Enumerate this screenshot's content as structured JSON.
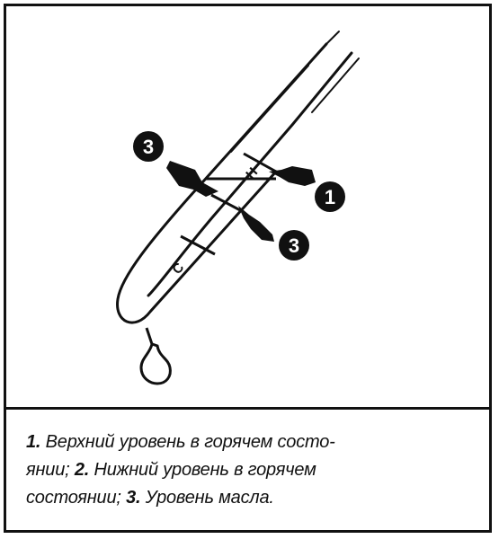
{
  "diagram": {
    "callouts": [
      {
        "id": "c1",
        "number": "1"
      },
      {
        "id": "c3a",
        "number": "3"
      },
      {
        "id": "c3b",
        "number": "3"
      }
    ],
    "marks": {
      "upper": "Н",
      "lower": "С"
    }
  },
  "caption": {
    "items": [
      {
        "num": "1.",
        "text": " Верхний уровень в горячем состо-"
      },
      {
        "num": "",
        "text": "янии; "
      },
      {
        "num": "2.",
        "text": " Нижний уровень в горячем"
      },
      {
        "num": "",
        "text": "состоянии; "
      },
      {
        "num": "3.",
        "text": " Уровень масла."
      }
    ]
  },
  "colors": {
    "ink": "#111111",
    "background": "#ffffff"
  }
}
